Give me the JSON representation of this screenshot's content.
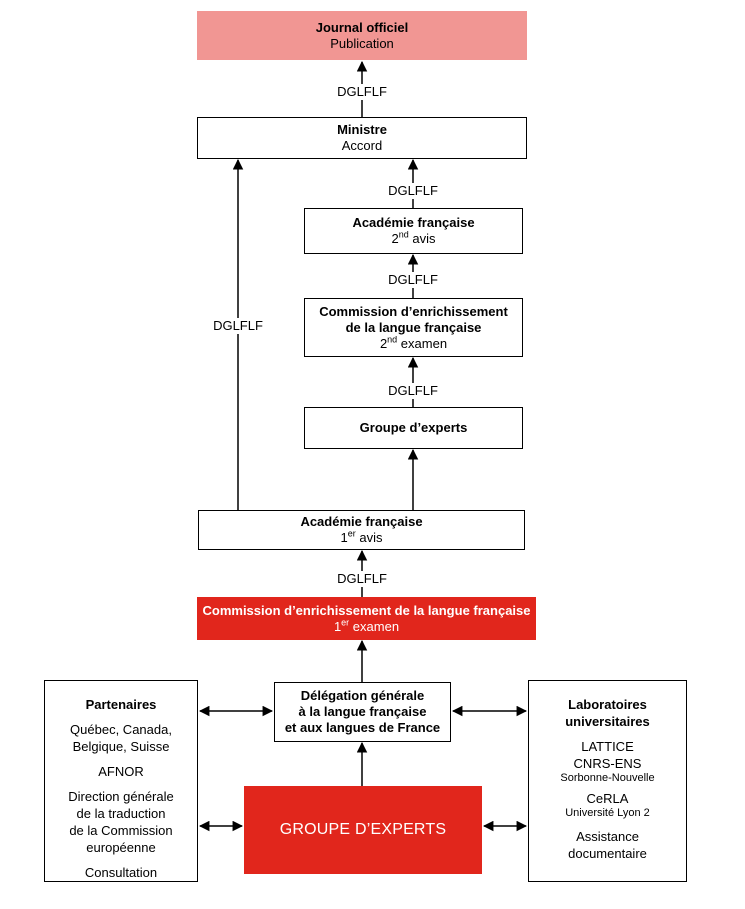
{
  "boxes": {
    "journal": {
      "title": "Journal officiel",
      "sub": "Publication"
    },
    "ministre": {
      "title": "Ministre",
      "sub": "Accord"
    },
    "academie2": {
      "title": "Académie française",
      "sub": "2",
      "sup": "nd",
      "sub2": " avis"
    },
    "commission2": {
      "line1": "Commission d’enrichissement",
      "line2": "de la langue française",
      "sub": "2",
      "sup": "nd",
      "sub2": " examen"
    },
    "groupe": {
      "title": "Groupe d’experts"
    },
    "academie1": {
      "title": "Académie française",
      "sub": "1",
      "sup": "er",
      "sub2": " avis"
    },
    "commission1": {
      "title": "Commission d’enrichissement de la langue française",
      "sub": "1",
      "sup": "er",
      "sub2": " examen"
    },
    "delegation": {
      "line1": "Délégation générale",
      "line2": "à la langue française",
      "line3": "et aux langues de France"
    },
    "groupe_big": {
      "title": "GROUPE D’EXPERTS"
    }
  },
  "labels": {
    "dglflf_top": "DGLFLF",
    "dglflf_left": "DGLFLF",
    "dglflf_m1": "DGLFLF",
    "dglflf_m2": "DGLFLF",
    "dglflf_m3": "DGLFLF",
    "dglflf_bottom": "DGLFLF"
  },
  "partenaires": {
    "title": "Partenaires",
    "l1": "Québec, Canada,",
    "l2": "Belgique, Suisse",
    "l3": "AFNOR",
    "l4": "Direction générale",
    "l5": "de la traduction",
    "l6": "de la Commission",
    "l7": "européenne",
    "l8": "Consultation"
  },
  "laboratoires": {
    "title1": "Laboratoires",
    "title2": "universitaires",
    "l1": "LATTICE",
    "l2": "CNRS-ENS",
    "l3": "Sorbonne-Nouvelle",
    "l4": "CeRLA",
    "l5": "Université Lyon 2",
    "l6": "Assistance",
    "l7": "documentaire"
  },
  "colors": {
    "pink": "#f19693",
    "red": "#e1261c",
    "line": "#000000"
  }
}
